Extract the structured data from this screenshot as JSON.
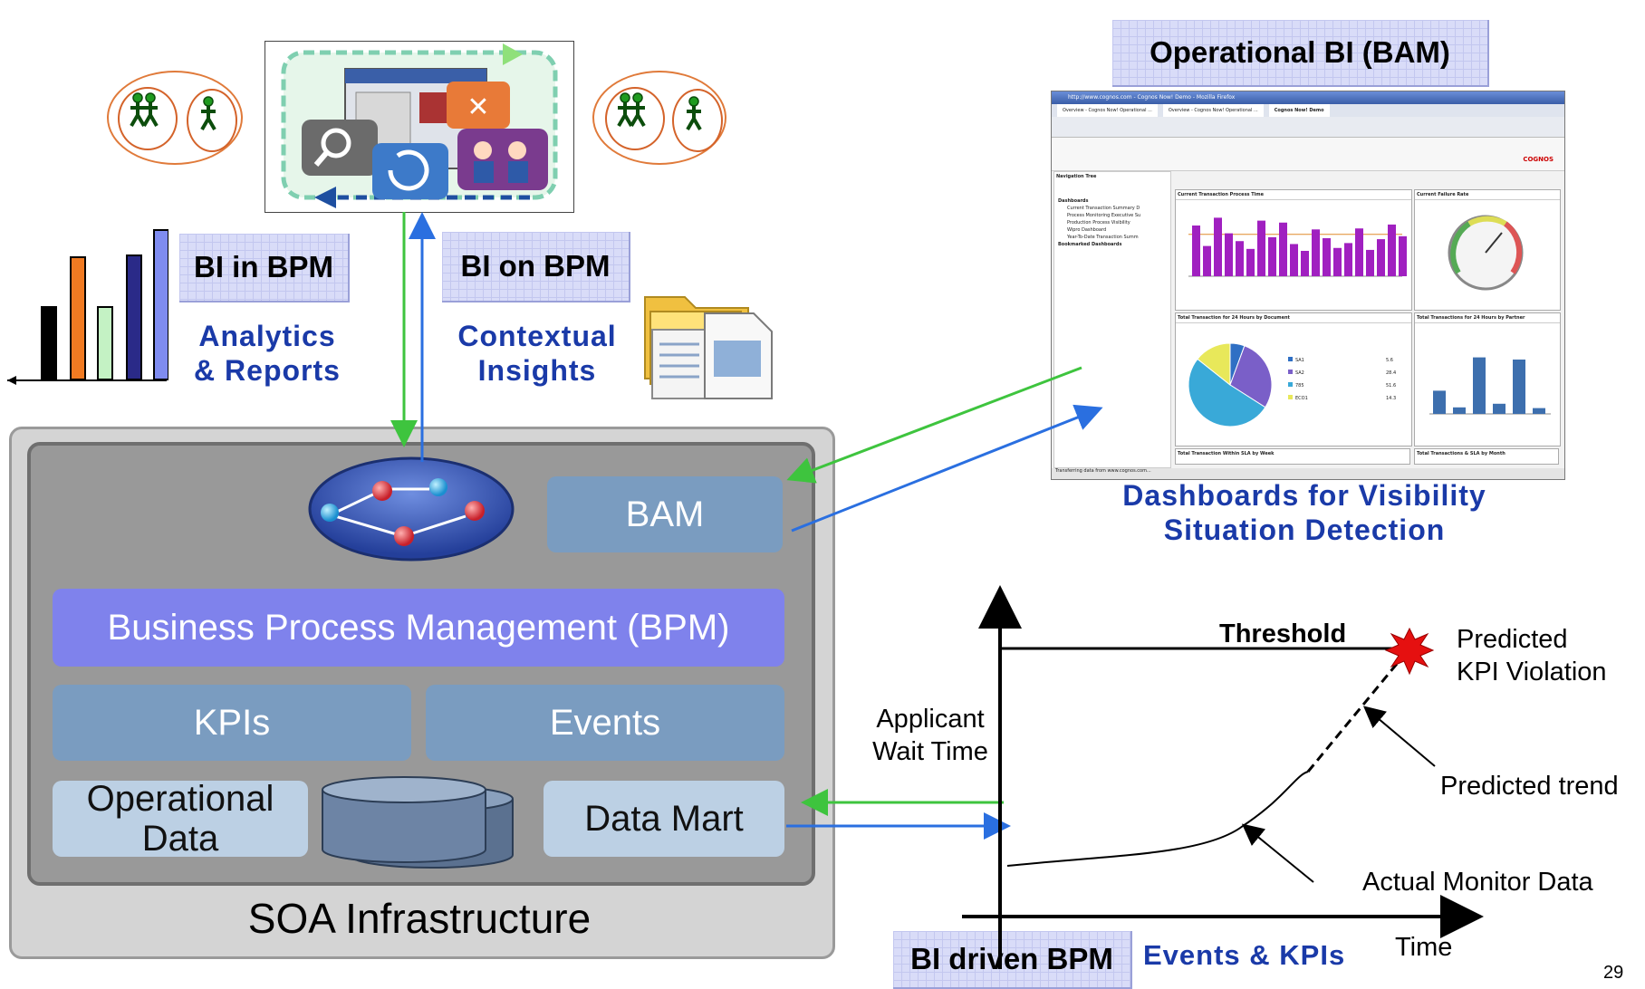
{
  "soa": {
    "label": "SOA Infrastructure",
    "bam": "BAM",
    "bpm": "Business Process Management (BPM)",
    "kpis": "KPIs",
    "events": "Events",
    "operational_data": [
      "Operational",
      "Data"
    ],
    "data_mart": "Data Mart"
  },
  "notes": {
    "bi_in_bpm": "BI in BPM",
    "bi_on_bpm": "BI on BPM",
    "operational_bi": "Operational BI (BAM)",
    "bi_driven_bpm": "BI driven BPM"
  },
  "captions": {
    "analytics": [
      "Analytics",
      "& Reports"
    ],
    "contextual": [
      "Contextual",
      "Insights"
    ],
    "dashboards": [
      "Dashboards for Visibility",
      "Situation Detection"
    ],
    "events_kpis": "Events & KPIs"
  },
  "trend_chart": {
    "y_label": [
      "Applicant",
      "Wait Time"
    ],
    "x_label": "Time",
    "threshold": "Threshold",
    "predicted_violation": [
      "Predicted",
      "KPI Violation"
    ],
    "predicted_trend": "Predicted trend",
    "actual_data": "Actual Monitor Data"
  },
  "dashboard": {
    "browser_title": "http://www.cognos.com - Cognos Now! Demo - Mozilla Firefox",
    "tabs": [
      "Overview - Cognos Now! Operational ...",
      "Overview - Cognos Now! Operational ...",
      "Cognos Now! Demo"
    ],
    "brand": "COGNOS",
    "nav_title": "Navigation Tree",
    "tree_items": [
      "Dashboards",
      "Current Transaction Summary D",
      "Process Monitoring Executive Su",
      "Production Process Visibility",
      "Wipro Dashboard",
      "Year-To-Date Transaction Summ",
      "Bookmarked Dashboards"
    ],
    "panels": [
      "Current Transaction Process Time",
      "Current Failure Rate",
      "Total Transaction for 24 Hours by Document",
      "Total Transactions for 24 Hours by Partner",
      "Total Transaction Within SLA by Week",
      "Total Transactions & SLA by Month"
    ],
    "status": "Transferring data from www.cognos.com...",
    "bar_values": [
      5.2,
      3.1,
      6.0,
      4.4,
      3.6,
      2.8,
      5.7,
      4.0,
      5.5,
      3.3,
      2.6,
      4.8,
      3.9,
      2.9,
      3.4,
      4.9,
      2.7,
      3.8,
      5.3,
      4.1
    ],
    "pie": [
      {
        "label": "SA1",
        "value": 5.6,
        "color": "#2f6fc4"
      },
      {
        "label": "SA2",
        "value": 28.4,
        "color": "#7a5fc8"
      },
      {
        "label": "785",
        "value": 51.6,
        "color": "#39a9d8"
      },
      {
        "label": "ECO1",
        "value": 14.3,
        "color": "#e8e85a"
      }
    ],
    "partner_bars": [
      3.2,
      0.9,
      7.8,
      1.4,
      7.5,
      0.8
    ]
  },
  "page_number": "29"
}
